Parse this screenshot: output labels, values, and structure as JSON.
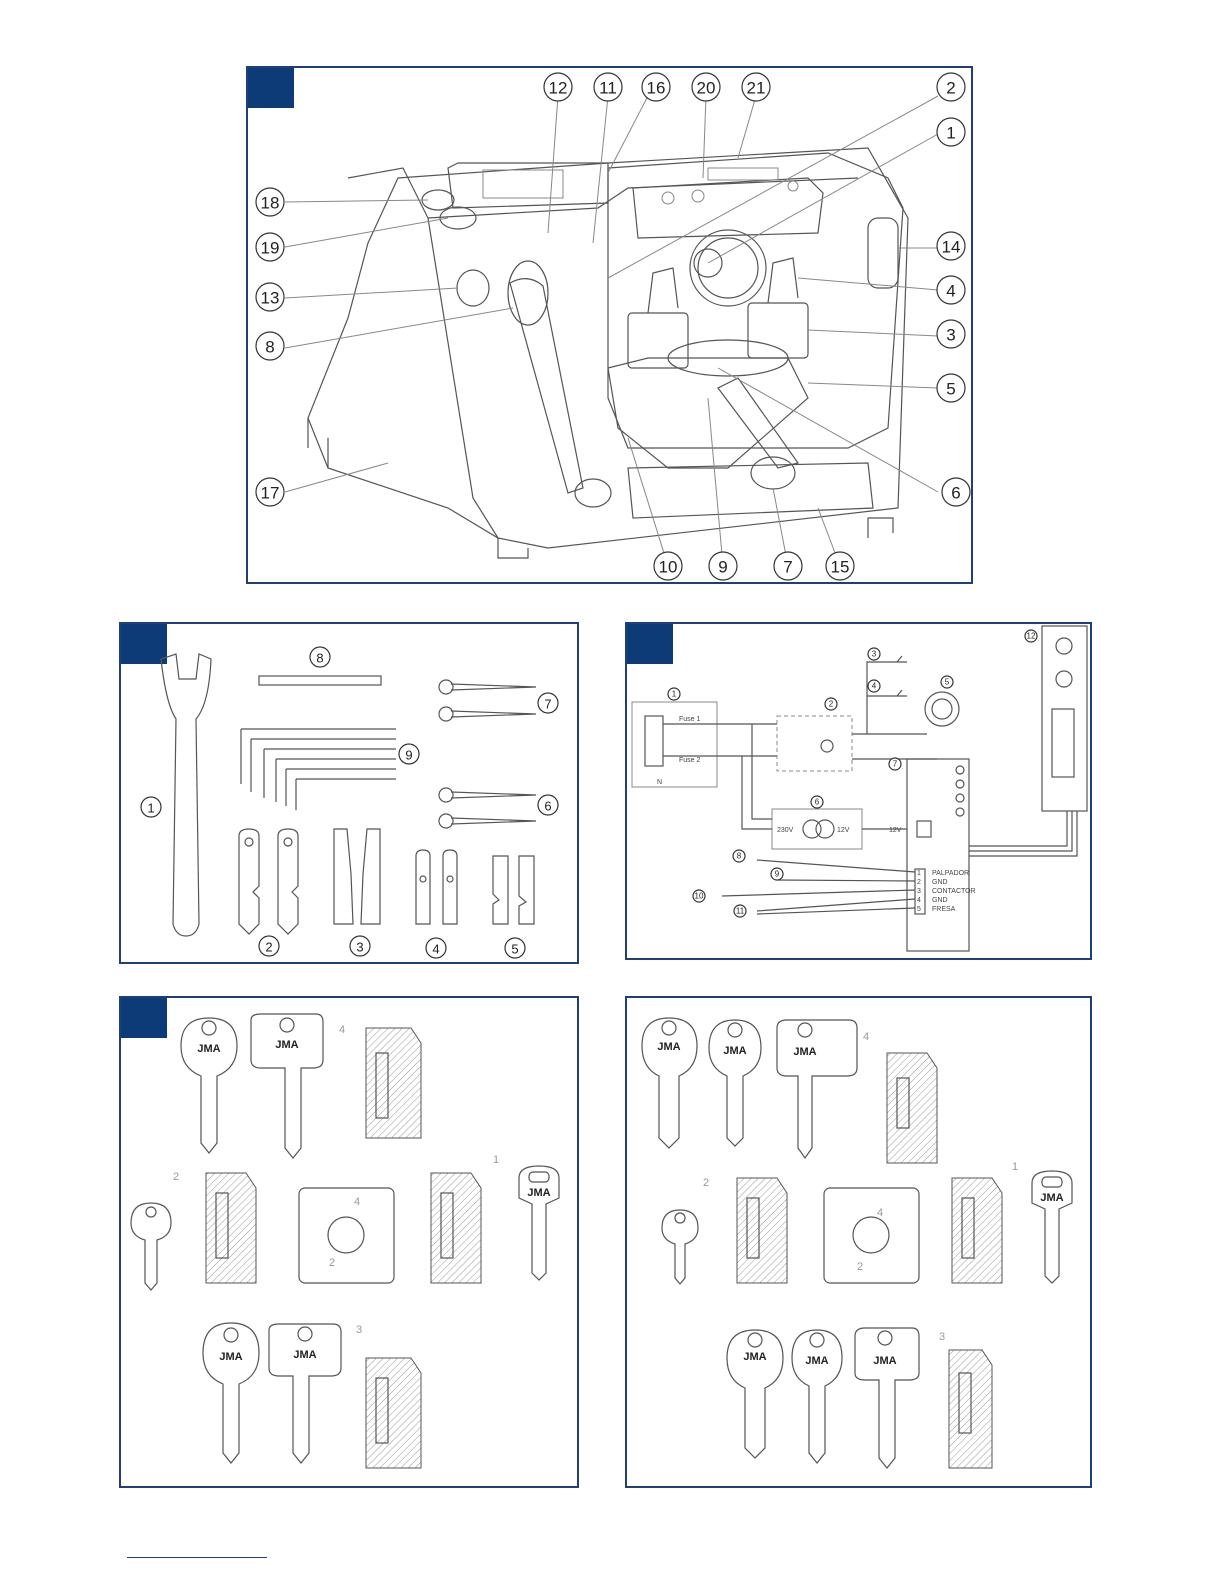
{
  "machine_callouts": [
    "12",
    "11",
    "16",
    "20",
    "21",
    "2",
    "1",
    "18",
    "19",
    "14",
    "13",
    "4",
    "8",
    "3",
    "5",
    "17",
    "6",
    "10",
    "9",
    "7",
    "15"
  ],
  "accessory_callouts": [
    "8",
    "7",
    "9",
    "6",
    "1",
    "2",
    "3",
    "4",
    "5"
  ],
  "wiring_callouts": [
    "1",
    "2",
    "3",
    "4",
    "5",
    "6",
    "7",
    "8",
    "9",
    "10",
    "11",
    "12"
  ],
  "wiring_labels": {
    "fuse1": "Fuse 1",
    "fuse2": "Fuse 2",
    "n": "N",
    "v230": "230V",
    "v12": "12V",
    "out12": "12V",
    "terminals": [
      "PALPADOR",
      "GND",
      "CONTACTOR",
      "GND",
      "FRESA"
    ],
    "t_nums": [
      "1",
      "2",
      "3",
      "4",
      "5"
    ]
  },
  "key_brand": "JMA",
  "clamp_labels_left": [
    "4",
    "2",
    "1",
    "3"
  ],
  "clamp_labels_right": [
    "4",
    "2",
    "1",
    "3"
  ],
  "jaw_numbers": [
    "4",
    "2"
  ],
  "colors": {
    "accent": "#0d3b78",
    "border": "#1f3f7a"
  }
}
